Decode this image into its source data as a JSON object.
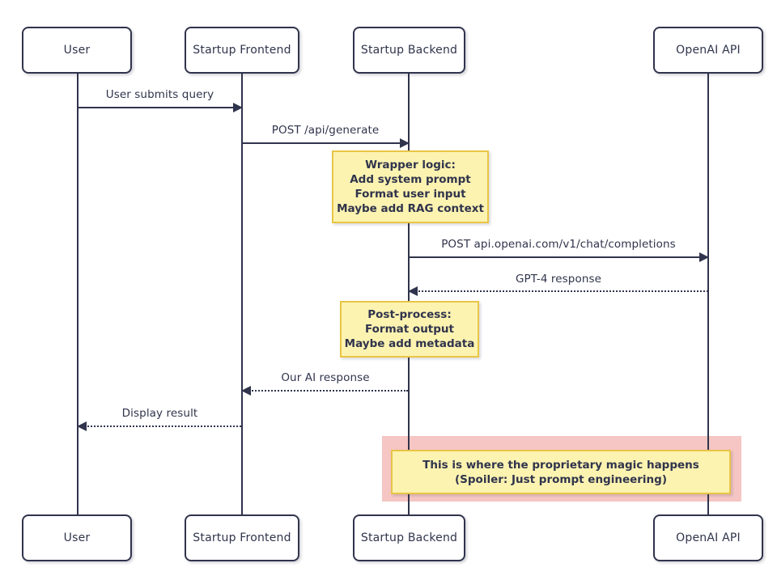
{
  "diagram": {
    "type": "sequence",
    "actors": [
      {
        "label": "User"
      },
      {
        "label": "Startup Frontend"
      },
      {
        "label": "Startup Backend"
      },
      {
        "label": "OpenAI API"
      }
    ],
    "messages": [
      {
        "label": "User submits query",
        "from": "User",
        "to": "Startup Frontend",
        "style": "solid"
      },
      {
        "label": "POST /api/generate",
        "from": "Startup Frontend",
        "to": "Startup Backend",
        "style": "solid"
      },
      {
        "label": "POST api.openai.com/v1/chat/completions",
        "from": "Startup Backend",
        "to": "OpenAI API",
        "style": "solid"
      },
      {
        "label": "GPT-4 response",
        "from": "OpenAI API",
        "to": "Startup Backend",
        "style": "dashed"
      },
      {
        "label": "Our AI response",
        "from": "Startup Backend",
        "to": "Startup Frontend",
        "style": "dashed"
      },
      {
        "label": "Display result",
        "from": "Startup Frontend",
        "to": "User",
        "style": "dashed"
      }
    ],
    "notes": [
      {
        "over": "Startup Backend",
        "lines": [
          "Wrapper logic:",
          "Add system prompt",
          "Format user input",
          "Maybe add RAG context"
        ]
      },
      {
        "over": "Startup Backend",
        "lines": [
          "Post-process:",
          "Format output",
          "Maybe add metadata"
        ]
      },
      {
        "over": "Startup Backend and OpenAI API",
        "lines": [
          "This is where the proprietary magic happens",
          "(Spoiler: Just prompt engineering)"
        ]
      }
    ],
    "colors": {
      "ink": "#30344c",
      "note_background": "#fcf3b1",
      "note_border": "#e9c545",
      "highlight_background": "#f5c6c3",
      "actor_background": "#ffffff",
      "page_background": "#ffffff"
    }
  }
}
